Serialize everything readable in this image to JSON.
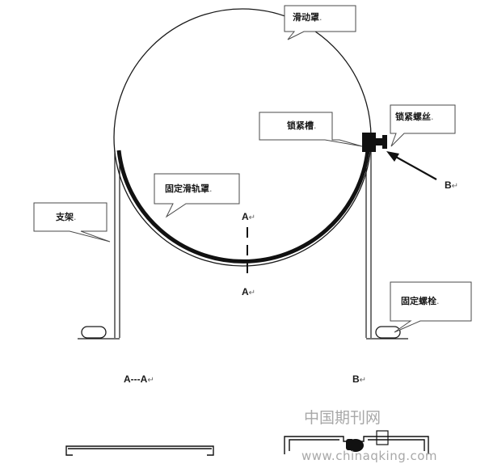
{
  "callouts": {
    "sliding_hood": "滑动罩",
    "locking_groove": "锁紧槽",
    "locking_screw": "锁紧螺丝",
    "fixed_rail_hood": "固定滑轨罩",
    "bracket": "支架",
    "fixing_bolt": "固定螺栓"
  },
  "markers": {
    "section_top": "A",
    "section_bottom": "A",
    "arrow_b": "B",
    "section_view_label": "A---A",
    "view_b_label": "B"
  },
  "return_glyph": "↵",
  "watermark": {
    "chinese": "中国期刊网",
    "url": "www.chinaqking.com"
  }
}
